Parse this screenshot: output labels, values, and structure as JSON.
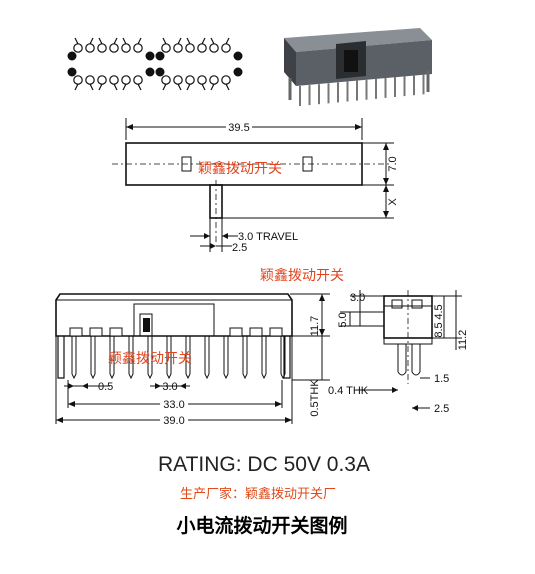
{
  "dimensions": {
    "top_width": "39.5",
    "top_height": "7.0",
    "top_x": "X",
    "travel": "3.0 TRAVEL",
    "travel_small": "2.5",
    "front_pitch": "0.5",
    "front_3": "3.0",
    "front_33": "33.0",
    "front_39": "39.0",
    "front_117": "11.7",
    "front_thk": "0.5THK",
    "side_30": "3.0",
    "side_50": "5.0",
    "side_45": "4.5",
    "side_85": "8.5",
    "side_112": "11.2",
    "side_thk": "0.4 THK",
    "side_15": "1.5",
    "side_25": "2.5"
  },
  "watermarks": {
    "w1": "颖鑫拨动开关",
    "w2": "颖鑫拨动开关",
    "w3": "颖鑫拨动开关"
  },
  "rating": "RATING: DC 50V 0.3A",
  "manufacturer": "生产厂家：颖鑫拨动开关厂",
  "caption": "小电流拨动开关图例"
}
